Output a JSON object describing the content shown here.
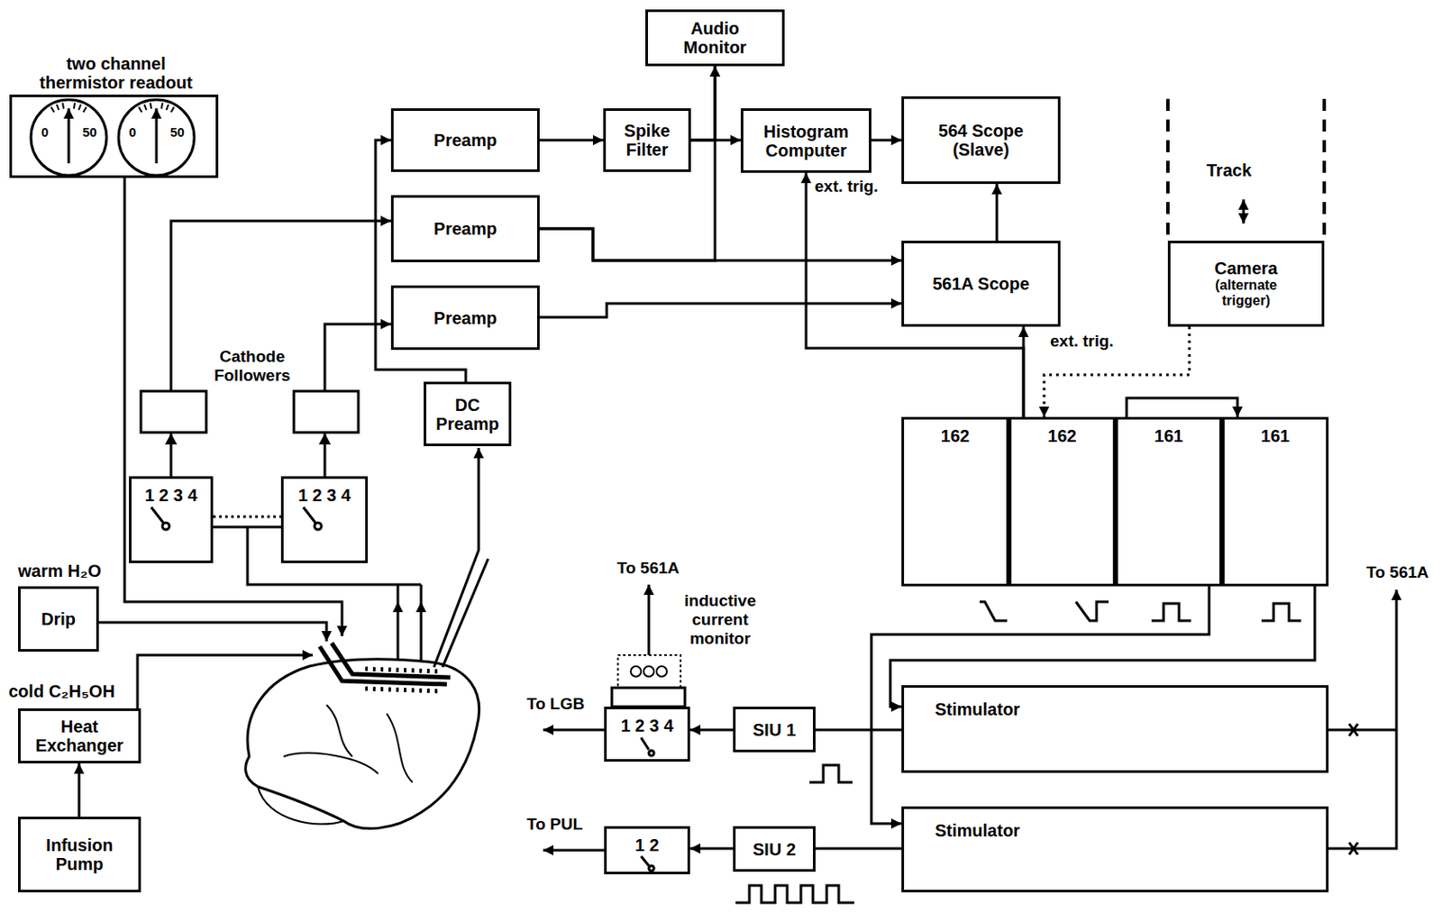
{
  "diagram": {
    "nodes": [
      {
        "text": [
          "two channel thermistor readout"
        ]
      },
      {
        "text": [
          "Preamp"
        ]
      },
      {
        "text": [
          "Preamp"
        ]
      },
      {
        "text": [
          "Preamp"
        ]
      },
      {
        "text": [
          "Spike Filter"
        ]
      },
      {
        "text": [
          "Audio Monitor"
        ]
      },
      {
        "text": [
          "Histogram Computer"
        ]
      },
      {
        "text": [
          "564 Scope (Slave)"
        ]
      },
      {
        "text": [
          "561A Scope"
        ]
      },
      {
        "text": [
          "Camera",
          "(alternate trigger)"
        ]
      },
      {
        "text": [
          "DC Preamp"
        ]
      },
      {
        "text": [
          "1 2 3 4"
        ]
      },
      {
        "text": [
          "1 2 3 4"
        ]
      },
      {
        "text": [
          "162"
        ]
      },
      {
        "text": [
          "162"
        ]
      },
      {
        "text": [
          "161"
        ]
      },
      {
        "text": [
          "161"
        ]
      },
      {
        "text": [
          "warm H₂O",
          "Drip"
        ]
      },
      {
        "text": [
          "cold C₂H₅OH",
          "Heat Exchanger"
        ]
      },
      {
        "text": [
          "Infusion Pump"
        ]
      },
      {
        "text": [
          "1 2 3 4"
        ]
      },
      {
        "text": [
          "SIU 1"
        ]
      },
      {
        "text": [
          "Stimulator"
        ]
      },
      {
        "text": [
          "1 2"
        ]
      },
      {
        "text": [
          "SIU 2"
        ]
      },
      {
        "text": [
          "Stimulator"
        ]
      }
    ],
    "edges": [
      {
        "from": 1,
        "to": 4,
        "arrow": "to"
      },
      {
        "from": 4,
        "to": 6,
        "arrow": "to"
      },
      {
        "from": 6,
        "to": 7,
        "arrow": "to"
      },
      {
        "from": 4,
        "to": 5,
        "arrow": "to"
      },
      {
        "from": 2,
        "to": 5,
        "arrow": "to"
      },
      {
        "from": 2,
        "to": 8,
        "arrow": "to"
      },
      {
        "from": 3,
        "to": 8,
        "arrow": "to"
      },
      {
        "from": 8,
        "to": 7,
        "arrow": "to"
      },
      {
        "from": 14,
        "to": 8,
        "arrow": "to"
      },
      {
        "from": 14,
        "to": 6,
        "arrow": "to"
      },
      {
        "from": 9,
        "to": 14,
        "arrow": "to"
      },
      {
        "from": 15,
        "to": 16,
        "arrow": "to"
      },
      {
        "from": 15,
        "to": 25,
        "arrow": "to"
      },
      {
        "from": 16,
        "to": 22,
        "arrow": "to"
      },
      {
        "from": 22,
        "to": 21,
        "arrow": "none"
      },
      {
        "from": 25,
        "to": 24,
        "arrow": "none"
      },
      {
        "from": 21,
        "to": 20,
        "arrow": "to"
      },
      {
        "from": 24,
        "to": 23,
        "arrow": "to"
      },
      {
        "from": 11,
        "to": 2,
        "arrow": "to"
      },
      {
        "from": 12,
        "to": 3,
        "arrow": "to"
      },
      {
        "from": 10,
        "to": 1,
        "arrow": "to"
      },
      {
        "from": 19,
        "to": 18,
        "arrow": "to"
      }
    ],
    "labels": [
      "0",
      "50",
      "0",
      "50",
      "Cathode Followers",
      "ext. trig.",
      "ext. trig.",
      "Track",
      "To 561A",
      "inductive current monitor",
      "To LGB",
      "To PUL",
      "To 561A"
    ]
  }
}
